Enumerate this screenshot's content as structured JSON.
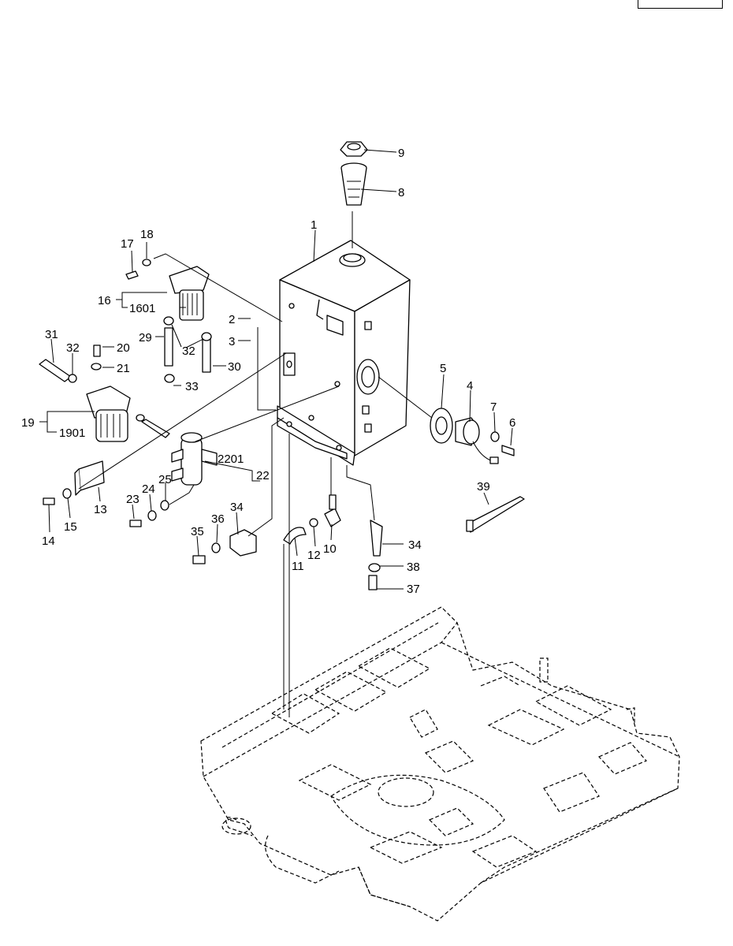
{
  "diagram": {
    "callouts": [
      {
        "id": "1",
        "label": "1"
      },
      {
        "id": "2",
        "label": "2"
      },
      {
        "id": "3",
        "label": "3"
      },
      {
        "id": "4",
        "label": "4"
      },
      {
        "id": "5",
        "label": "5"
      },
      {
        "id": "6",
        "label": "6"
      },
      {
        "id": "7",
        "label": "7"
      },
      {
        "id": "8",
        "label": "8"
      },
      {
        "id": "9",
        "label": "9"
      },
      {
        "id": "10",
        "label": "10"
      },
      {
        "id": "11",
        "label": "11"
      },
      {
        "id": "12",
        "label": "12"
      },
      {
        "id": "13",
        "label": "13"
      },
      {
        "id": "14",
        "label": "14"
      },
      {
        "id": "15",
        "label": "15"
      },
      {
        "id": "16",
        "label": "16"
      },
      {
        "id": "1601",
        "label": "1601"
      },
      {
        "id": "17",
        "label": "17"
      },
      {
        "id": "18",
        "label": "18"
      },
      {
        "id": "19",
        "label": "19"
      },
      {
        "id": "1901",
        "label": "1901"
      },
      {
        "id": "20",
        "label": "20"
      },
      {
        "id": "21",
        "label": "21"
      },
      {
        "id": "22",
        "label": "22"
      },
      {
        "id": "2201",
        "label": "2201"
      },
      {
        "id": "23",
        "label": "23"
      },
      {
        "id": "24",
        "label": "24"
      },
      {
        "id": "25",
        "label": "25"
      },
      {
        "id": "29",
        "label": "29"
      },
      {
        "id": "30",
        "label": "30"
      },
      {
        "id": "31",
        "label": "31"
      },
      {
        "id": "32a",
        "label": "32"
      },
      {
        "id": "32b",
        "label": "32"
      },
      {
        "id": "33",
        "label": "33"
      },
      {
        "id": "34a",
        "label": "34"
      },
      {
        "id": "34b",
        "label": "34"
      },
      {
        "id": "35",
        "label": "35"
      },
      {
        "id": "36",
        "label": "36"
      },
      {
        "id": "37",
        "label": "37"
      },
      {
        "id": "38",
        "label": "38"
      },
      {
        "id": "39",
        "label": "39"
      }
    ]
  }
}
